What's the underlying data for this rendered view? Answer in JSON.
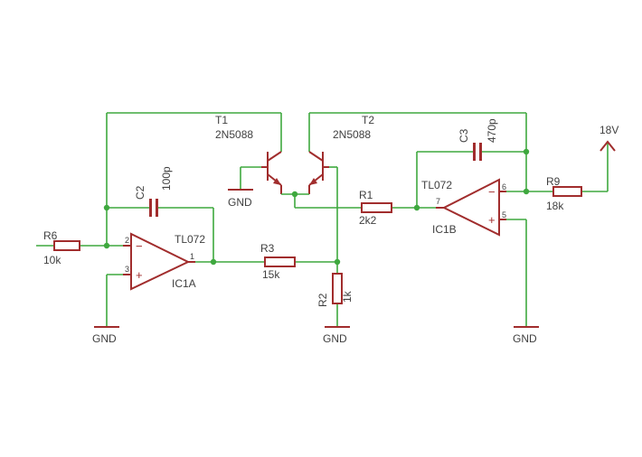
{
  "parts": {
    "r6": {
      "name": "R6",
      "value": "10k"
    },
    "r3": {
      "name": "R3",
      "value": "15k"
    },
    "r1": {
      "name": "R1",
      "value": "2k2"
    },
    "r2": {
      "name": "R2",
      "value": "1k"
    },
    "r9": {
      "name": "R9",
      "value": "18k"
    },
    "c2": {
      "name": "C2",
      "value": "100p"
    },
    "c3": {
      "name": "C3",
      "value": "470p"
    },
    "t1": {
      "name": "T1",
      "value": "2N5088"
    },
    "t2": {
      "name": "T2",
      "value": "2N5088"
    },
    "ic1a": {
      "name": "IC1A",
      "value": "TL072",
      "pin_in_minus": "2",
      "pin_in_plus": "3",
      "pin_out": "1"
    },
    "ic1b": {
      "name": "IC1B",
      "value": "TL072",
      "pin_in_minus": "6",
      "pin_in_plus": "5",
      "pin_out": "7"
    }
  },
  "nets": {
    "gnd": "GND",
    "supply": "18V"
  },
  "signs": {
    "minus": "−",
    "plus": "+"
  },
  "colors": {
    "wire": "#3ea83e",
    "component": "#a12d2d",
    "text": "#404040"
  }
}
